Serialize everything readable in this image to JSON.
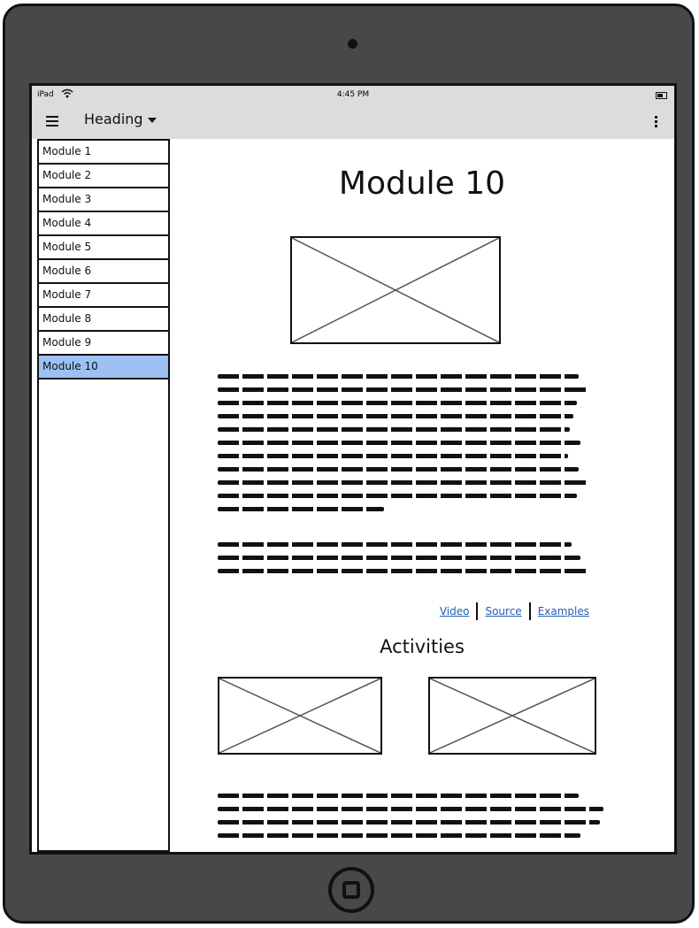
{
  "status_bar": {
    "carrier": "iPad",
    "time": "4:45 PM"
  },
  "nav_bar": {
    "heading": "Heading"
  },
  "sidebar": {
    "items": [
      {
        "label": "Module 1"
      },
      {
        "label": "Module 2"
      },
      {
        "label": "Module 3"
      },
      {
        "label": "Module 4"
      },
      {
        "label": "Module 5"
      },
      {
        "label": "Module 6"
      },
      {
        "label": "Module 7"
      },
      {
        "label": "Module 8"
      },
      {
        "label": "Module 9"
      },
      {
        "label": "Module 10"
      }
    ],
    "selected_label": "Module 10"
  },
  "content": {
    "title": "Module 10",
    "links": {
      "video": "Video",
      "source": "Source",
      "examples": "Examples"
    },
    "activities_title": "Activities"
  },
  "colors": {
    "device_frame": "#484848",
    "nav_bar": "#dcdcdc",
    "selected_item": "#9cc1f2",
    "link": "#1f5fb5"
  },
  "icons": {
    "menu": "hamburger-icon",
    "dropdown": "chevron-down-icon",
    "more": "kebab-icon",
    "wifi": "wifi-icon",
    "battery": "battery-icon"
  }
}
